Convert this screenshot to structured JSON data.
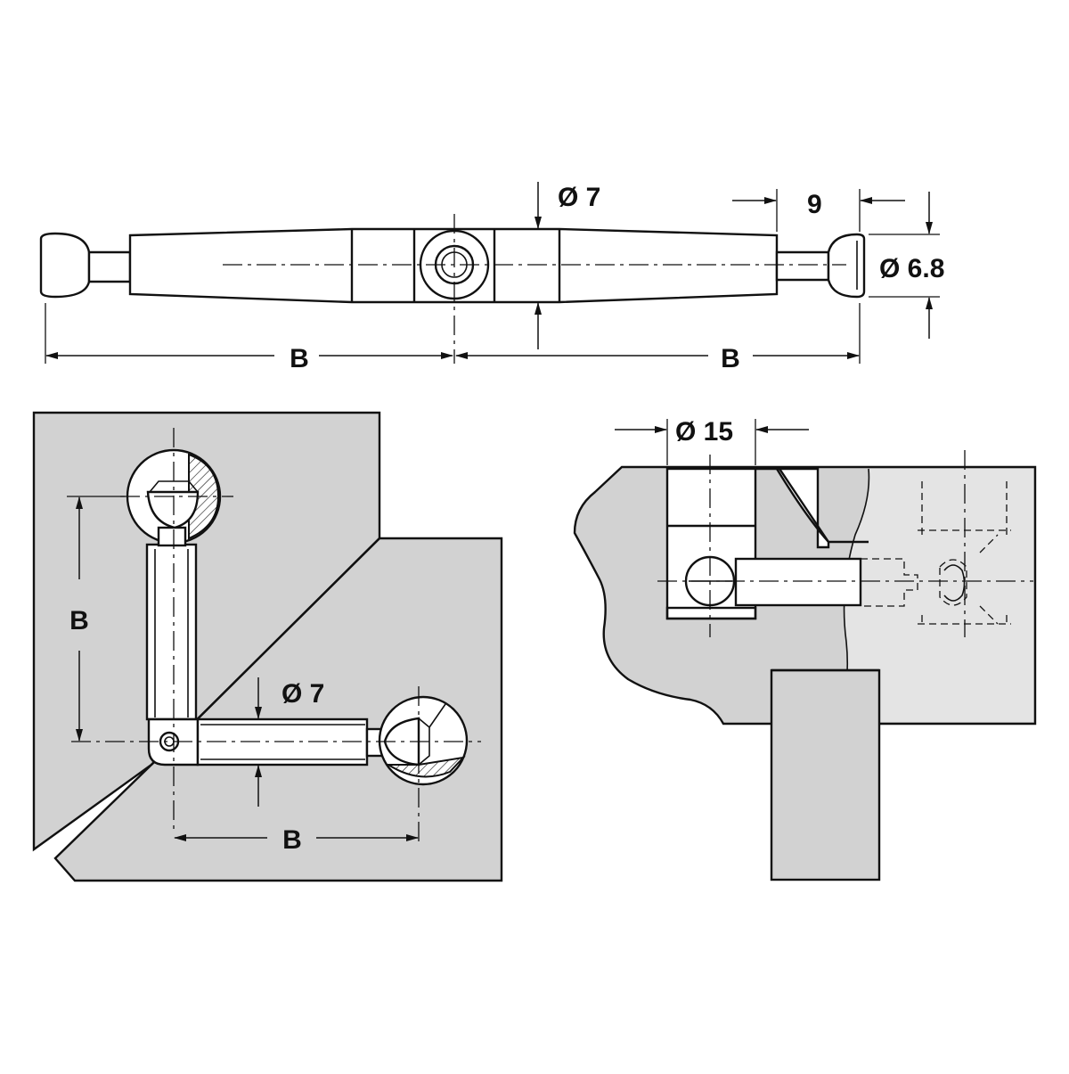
{
  "labels": {
    "top_b_left": "B",
    "top_b_right": "B",
    "top_dia_7": "Ø 7",
    "top_9": "9",
    "top_dia_6_8": "Ø 6.8",
    "corner_b_vertical": "B",
    "corner_dia_7": "Ø 7",
    "corner_b_horizontal": "B",
    "section_dia_15": "Ø 15"
  },
  "colors": {
    "panel_fill": "#d2d2d2",
    "line": "#111111",
    "background": "#ffffff"
  }
}
